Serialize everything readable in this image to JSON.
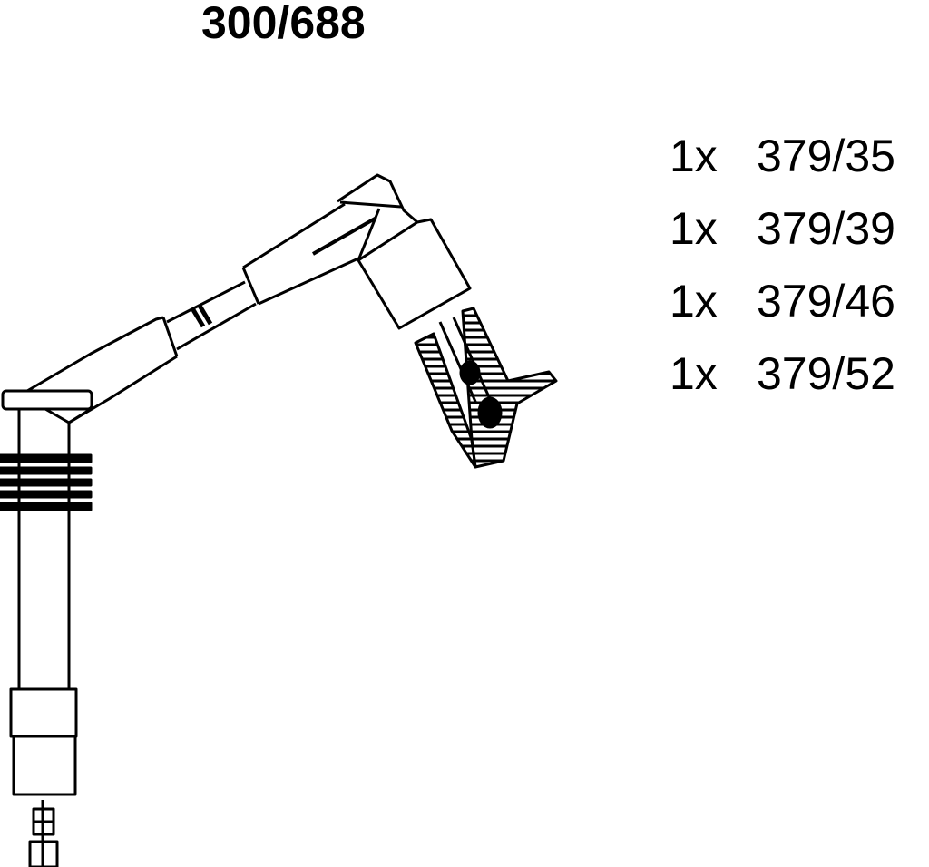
{
  "diagram": {
    "title": "300/688",
    "parts": [
      {
        "qty": "1x",
        "code": "379/35"
      },
      {
        "qty": "1x",
        "code": "379/39"
      },
      {
        "qty": "1x",
        "code": "379/46"
      },
      {
        "qty": "1x",
        "code": "379/52"
      }
    ],
    "components": [
      "ignition-cable",
      "coil-boot-straight",
      "spark-plug-boot-angled",
      "spark-plug-section",
      "terminal-connector"
    ],
    "stroke_color": "#000000",
    "background_color": "#ffffff"
  }
}
